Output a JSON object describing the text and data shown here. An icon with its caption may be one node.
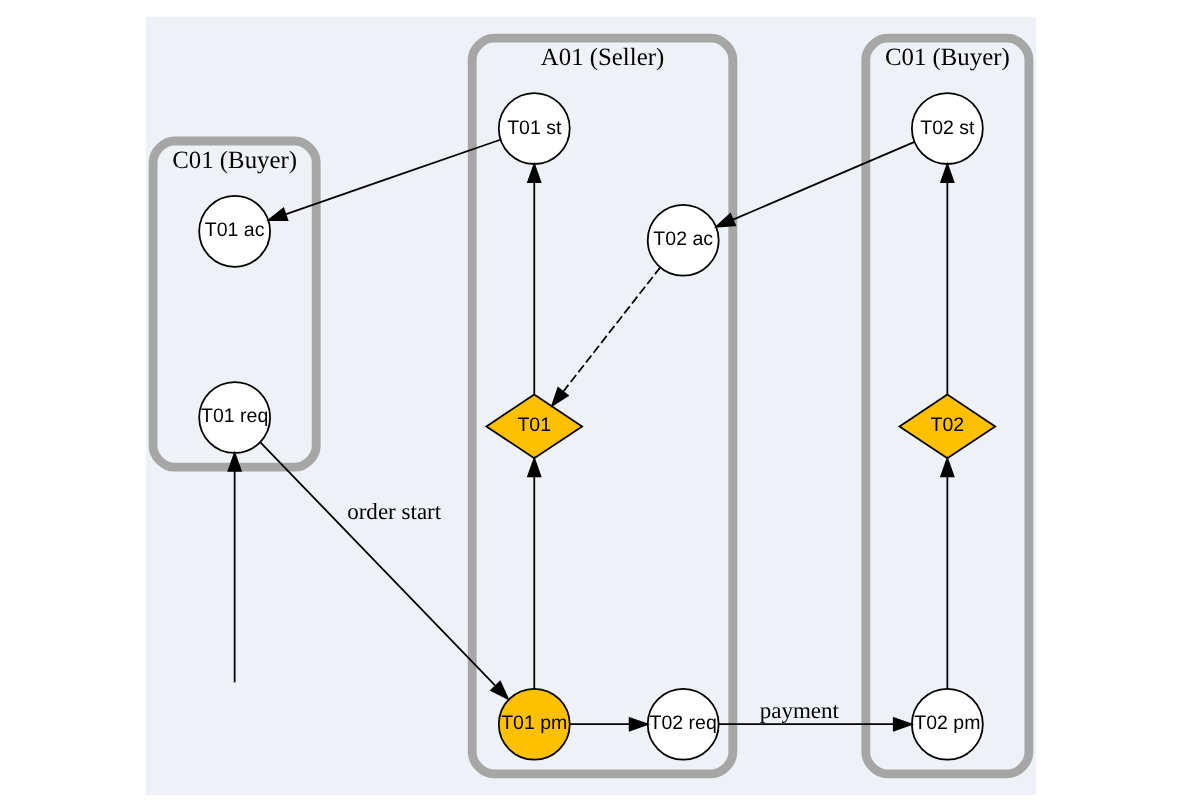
{
  "diagram": {
    "nodes": [
      {
        "text": [
          "C01 (Buyer)"
        ]
      },
      {
        "text": [
          "T01 req"
        ],
        "in": 0
      },
      {
        "text": [
          "T01 ac"
        ],
        "in": 0
      },
      {
        "text": [
          "A01 (Seller)"
        ]
      },
      {
        "text": [
          "T01 pm"
        ],
        "in": 3
      },
      {
        "text": [
          "T02 req"
        ],
        "in": 3
      },
      {
        "text": [
          "T01"
        ],
        "in": 3
      },
      {
        "text": [
          "T02 ac"
        ],
        "in": 3
      },
      {
        "text": [
          "T01 st"
        ],
        "in": 3
      },
      {
        "text": [
          "C01 (Buyer)"
        ]
      },
      {
        "text": [
          "T02 pm"
        ],
        "in": 9
      },
      {
        "text": [
          "T02"
        ],
        "in": 9
      },
      {
        "text": [
          "T02 st"
        ],
        "in": 9
      }
    ],
    "edges": [
      {
        "from": null,
        "to": 1,
        "arrow": "to"
      },
      {
        "from": 1,
        "to": 4,
        "arrow": "to",
        "label": "order start"
      },
      {
        "from": 4,
        "to": 5,
        "arrow": "to"
      },
      {
        "from": 5,
        "to": 10,
        "arrow": "to",
        "label": "payment"
      },
      {
        "from": 4,
        "to": 6,
        "arrow": "to"
      },
      {
        "from": 10,
        "to": 11,
        "arrow": "to"
      },
      {
        "from": 11,
        "to": 12,
        "arrow": "to"
      },
      {
        "from": 12,
        "to": 7,
        "arrow": "to"
      },
      {
        "from": 7,
        "to": 6,
        "arrow": "to",
        "style": "dashed"
      },
      {
        "from": 6,
        "to": 8,
        "arrow": "to"
      },
      {
        "from": 8,
        "to": 2,
        "arrow": "to"
      }
    ]
  }
}
